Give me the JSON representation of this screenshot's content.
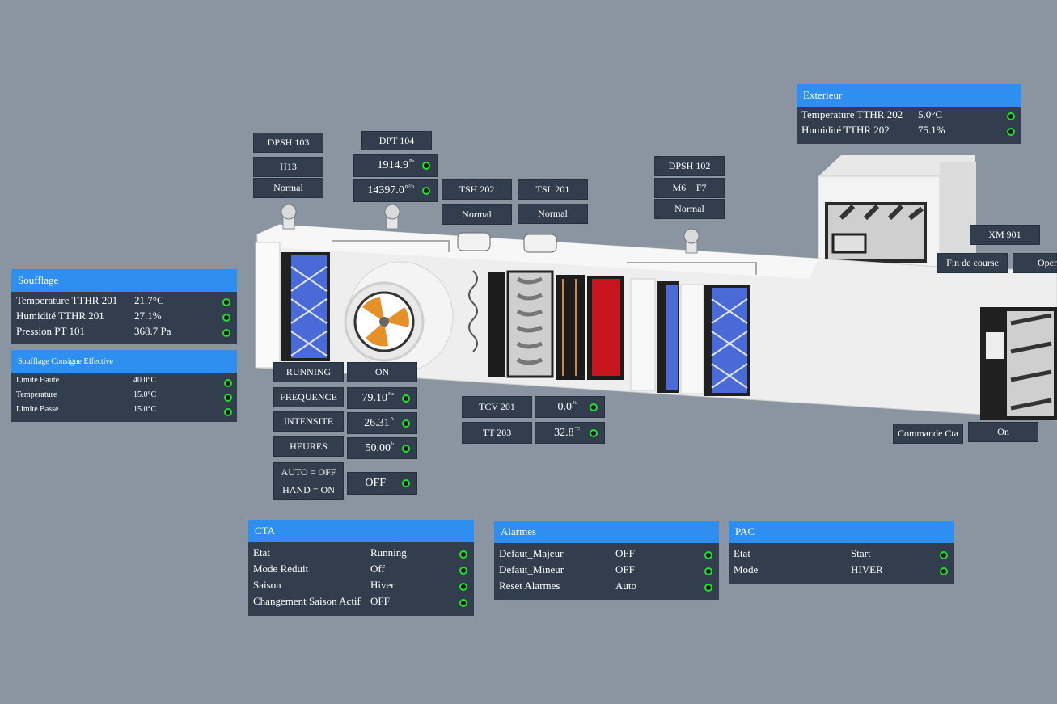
{
  "colors": {
    "background": "#8a95a1",
    "panel": "#323d4e",
    "header": "#2f8ff0",
    "status_ok": "#22e02a",
    "heater": "#c8141c",
    "filter": "#4a6ad8"
  },
  "soufflage": {
    "title": "Soufflage",
    "rows": [
      {
        "label": "Temperature TTHR 201",
        "value": "21.7°C"
      },
      {
        "label": "Humidité TTHR 201",
        "value": "27.1%"
      },
      {
        "label": "Pression PT 101",
        "value": "368.7 Pa"
      }
    ]
  },
  "consigne": {
    "title": "Soufflage Consigne Effective",
    "rows": [
      {
        "label": "Limite Haute",
        "value": "40.0°C"
      },
      {
        "label": "Temperature",
        "value": "15.0°C"
      },
      {
        "label": "Limite Basse",
        "value": "15.0°C"
      }
    ]
  },
  "exterieur": {
    "title": "Exterieur",
    "rows": [
      {
        "label": "Temperature TTHR 202",
        "value": "5.0°C"
      },
      {
        "label": "Humidité TTHR 202",
        "value": "75.1%"
      }
    ]
  },
  "tags": {
    "dpsh103": "DPSH 103",
    "h13": "H13",
    "dpsh103_state": "Normal",
    "dpt104": "DPT 104",
    "dpt104_pa": "1914.9",
    "dpt104_pa_unit": "Pa",
    "dpt104_flow": "14397.0",
    "dpt104_flow_unit": "m³/h",
    "tsh202": "TSH 202",
    "tsh202_state": "Normal",
    "tsl201": "TSL 201",
    "tsl201_state": "Normal",
    "dpsh102": "DPSH 102",
    "m6f7": "M6 + F7",
    "dpsh102_state": "Normal",
    "xm901": "XM 901",
    "fin_de_course": "Fin de course",
    "open": "Open",
    "commande_cta": "Commande Cta",
    "commande_cta_value": "On",
    "tcv201": "TCV 201",
    "tcv201_value": "0.0",
    "tcv201_unit": "%",
    "tt203": "TT 203",
    "tt203_value": "32.8",
    "tt203_unit": "°C"
  },
  "fan": {
    "running_label": "RUNNING",
    "running_value": "ON",
    "freq_label": "FREQUENCE",
    "freq_value": "79.10",
    "freq_unit": "Hz",
    "intensite_label": "INTENSITE",
    "intensite_value": "26.31",
    "intensite_unit": "A",
    "heures_label": "HEURES",
    "heures_value": "50.00",
    "heures_unit": "h",
    "auto_label": "AUTO = OFF",
    "hand_label": "HAND = ON",
    "mode_value": "OFF"
  },
  "cta": {
    "title": "CTA",
    "rows": [
      {
        "label": "Etat",
        "value": "Running"
      },
      {
        "label": "Mode Reduit",
        "value": "Off"
      },
      {
        "label": "Saison",
        "value": "Hiver"
      },
      {
        "label": "Changement Saison Actif",
        "value": "OFF"
      }
    ]
  },
  "alarmes": {
    "title": "Alarmes",
    "rows": [
      {
        "label": "Defaut_Majeur",
        "value": "OFF"
      },
      {
        "label": "Defaut_Mineur",
        "value": "OFF"
      },
      {
        "label": "Reset Alarmes",
        "value": "Auto"
      }
    ]
  },
  "pac": {
    "title": "PAC",
    "rows": [
      {
        "label": "Etat",
        "value": "Start"
      },
      {
        "label": "Mode",
        "value": "HIVER"
      }
    ]
  }
}
